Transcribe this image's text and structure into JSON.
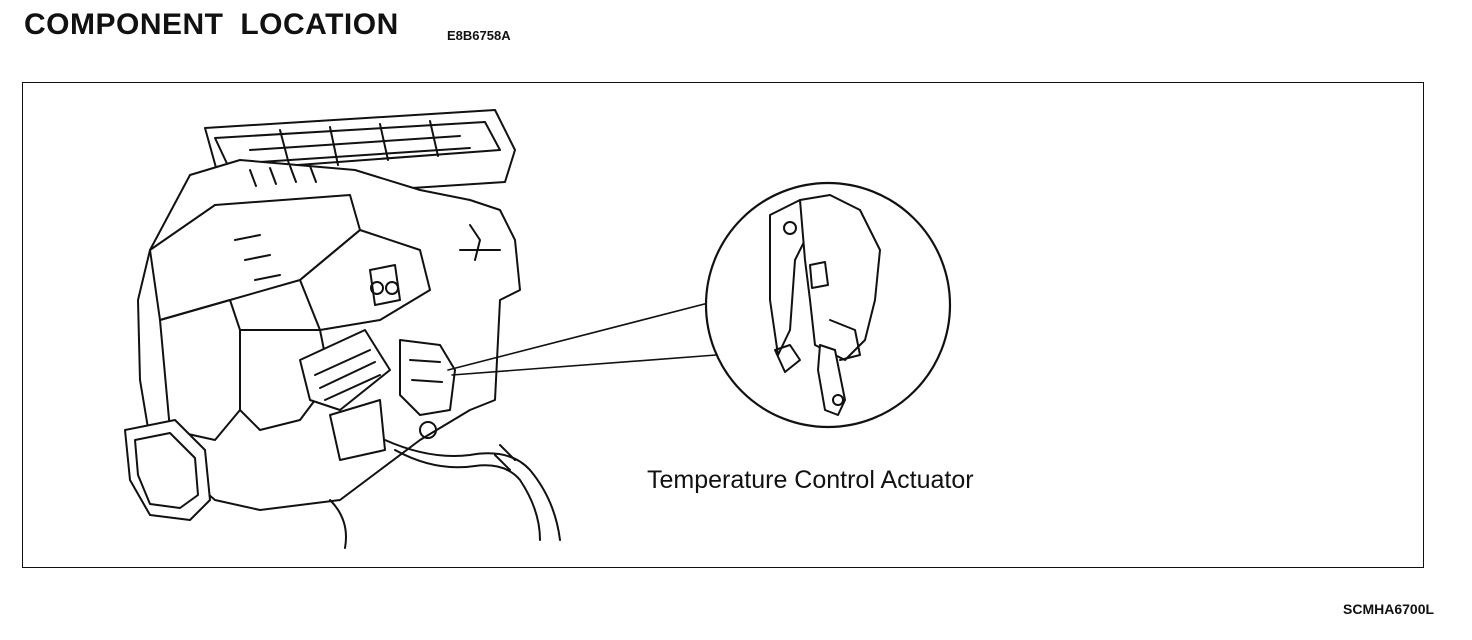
{
  "header": {
    "title": "COMPONENT LOCATION",
    "code": "E8B6758A"
  },
  "figure": {
    "callout_label": "Temperature Control Actuator",
    "figure_id": "SCMHA6700L"
  }
}
